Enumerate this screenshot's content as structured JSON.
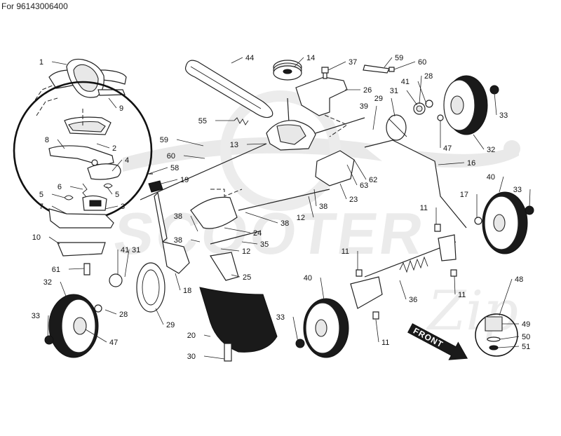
{
  "header": {
    "text": "For 96143006400"
  },
  "watermark": {
    "brand": "SCOOTER",
    "script": "Zip"
  },
  "front_arrow": {
    "label": "FRONT"
  },
  "callouts": [
    {
      "n": "1"
    },
    {
      "n": "9"
    },
    {
      "n": "2"
    },
    {
      "n": "8"
    },
    {
      "n": "4"
    },
    {
      "n": "6"
    },
    {
      "n": "5"
    },
    {
      "n": "5"
    },
    {
      "n": "7"
    },
    {
      "n": "3"
    },
    {
      "n": "44"
    },
    {
      "n": "14"
    },
    {
      "n": "37"
    },
    {
      "n": "59"
    },
    {
      "n": "60"
    },
    {
      "n": "28"
    },
    {
      "n": "26"
    },
    {
      "n": "31"
    },
    {
      "n": "41"
    },
    {
      "n": "29"
    },
    {
      "n": "39"
    },
    {
      "n": "33"
    },
    {
      "n": "55"
    },
    {
      "n": "59"
    },
    {
      "n": "13"
    },
    {
      "n": "47"
    },
    {
      "n": "32"
    },
    {
      "n": "60"
    },
    {
      "n": "58"
    },
    {
      "n": "19"
    },
    {
      "n": "62"
    },
    {
      "n": "63"
    },
    {
      "n": "16"
    },
    {
      "n": "40"
    },
    {
      "n": "33"
    },
    {
      "n": "23"
    },
    {
      "n": "38"
    },
    {
      "n": "38"
    },
    {
      "n": "12"
    },
    {
      "n": "17"
    },
    {
      "n": "38"
    },
    {
      "n": "24"
    },
    {
      "n": "38"
    },
    {
      "n": "11"
    },
    {
      "n": "10"
    },
    {
      "n": "41"
    },
    {
      "n": "31"
    },
    {
      "n": "12"
    },
    {
      "n": "35"
    },
    {
      "n": "61"
    },
    {
      "n": "32"
    },
    {
      "n": "18"
    },
    {
      "n": "25"
    },
    {
      "n": "11"
    },
    {
      "n": "11"
    },
    {
      "n": "28"
    },
    {
      "n": "33"
    },
    {
      "n": "47"
    },
    {
      "n": "29"
    },
    {
      "n": "40"
    },
    {
      "n": "36"
    },
    {
      "n": "48"
    },
    {
      "n": "49"
    },
    {
      "n": "33"
    },
    {
      "n": "20"
    },
    {
      "n": "11"
    },
    {
      "n": "50"
    },
    {
      "n": "51"
    },
    {
      "n": "30"
    }
  ]
}
